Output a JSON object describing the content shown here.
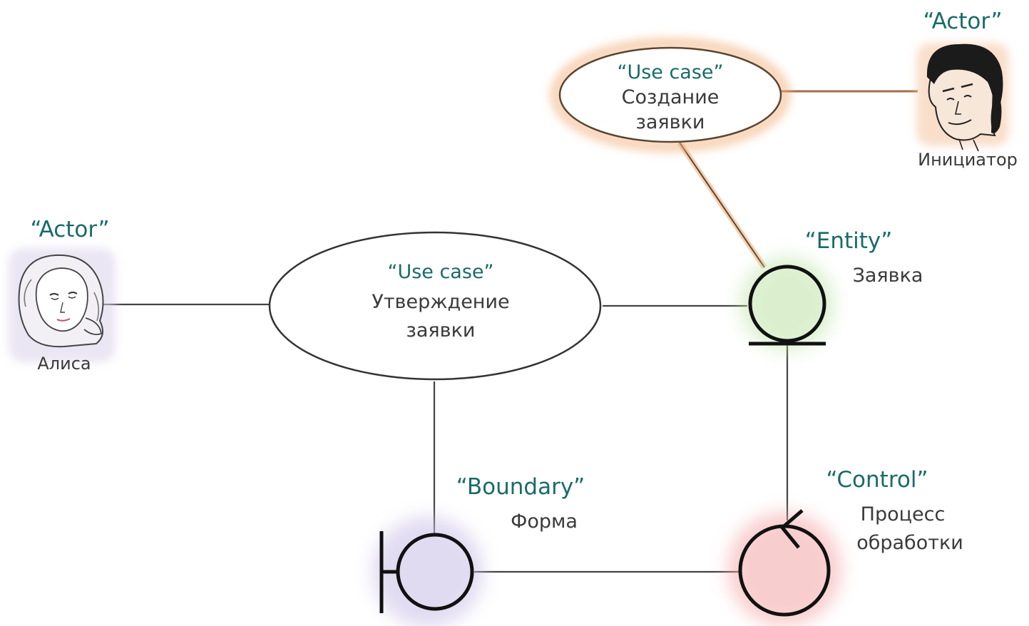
{
  "actors": [
    {
      "stereotype": "“Actor”",
      "name": "Инициатор",
      "icon": "male-actor-portrait-icon"
    },
    {
      "stereotype": "“Actor”",
      "name": "Алиса",
      "icon": "female-actor-portrait-icon"
    }
  ],
  "use_cases": [
    {
      "stereotype": "“Use case”",
      "line1": "Создание",
      "line2": "заявки"
    },
    {
      "stereotype": "“Use case”",
      "line1": "Утверждение",
      "line2": "заявки"
    }
  ],
  "entity": {
    "stereotype": "“Entity”",
    "name": "Заявка",
    "icon": "entity-icon"
  },
  "boundary": {
    "stereotype": "“Boundary”",
    "name": "Форма",
    "icon": "boundary-icon"
  },
  "control": {
    "stereotype": "“Control”",
    "line1": "Процесс",
    "line2": "обработки",
    "icon": "control-icon"
  },
  "colors": {
    "stereotype_text": "#1a6b68",
    "use_case_1_glow": "#f2b27f",
    "entity_glow": "#bfe3a8",
    "boundary_glow": "#c9bfe6",
    "control_glow": "#f4a6a6",
    "actor_glow": "#d9d2ea"
  }
}
